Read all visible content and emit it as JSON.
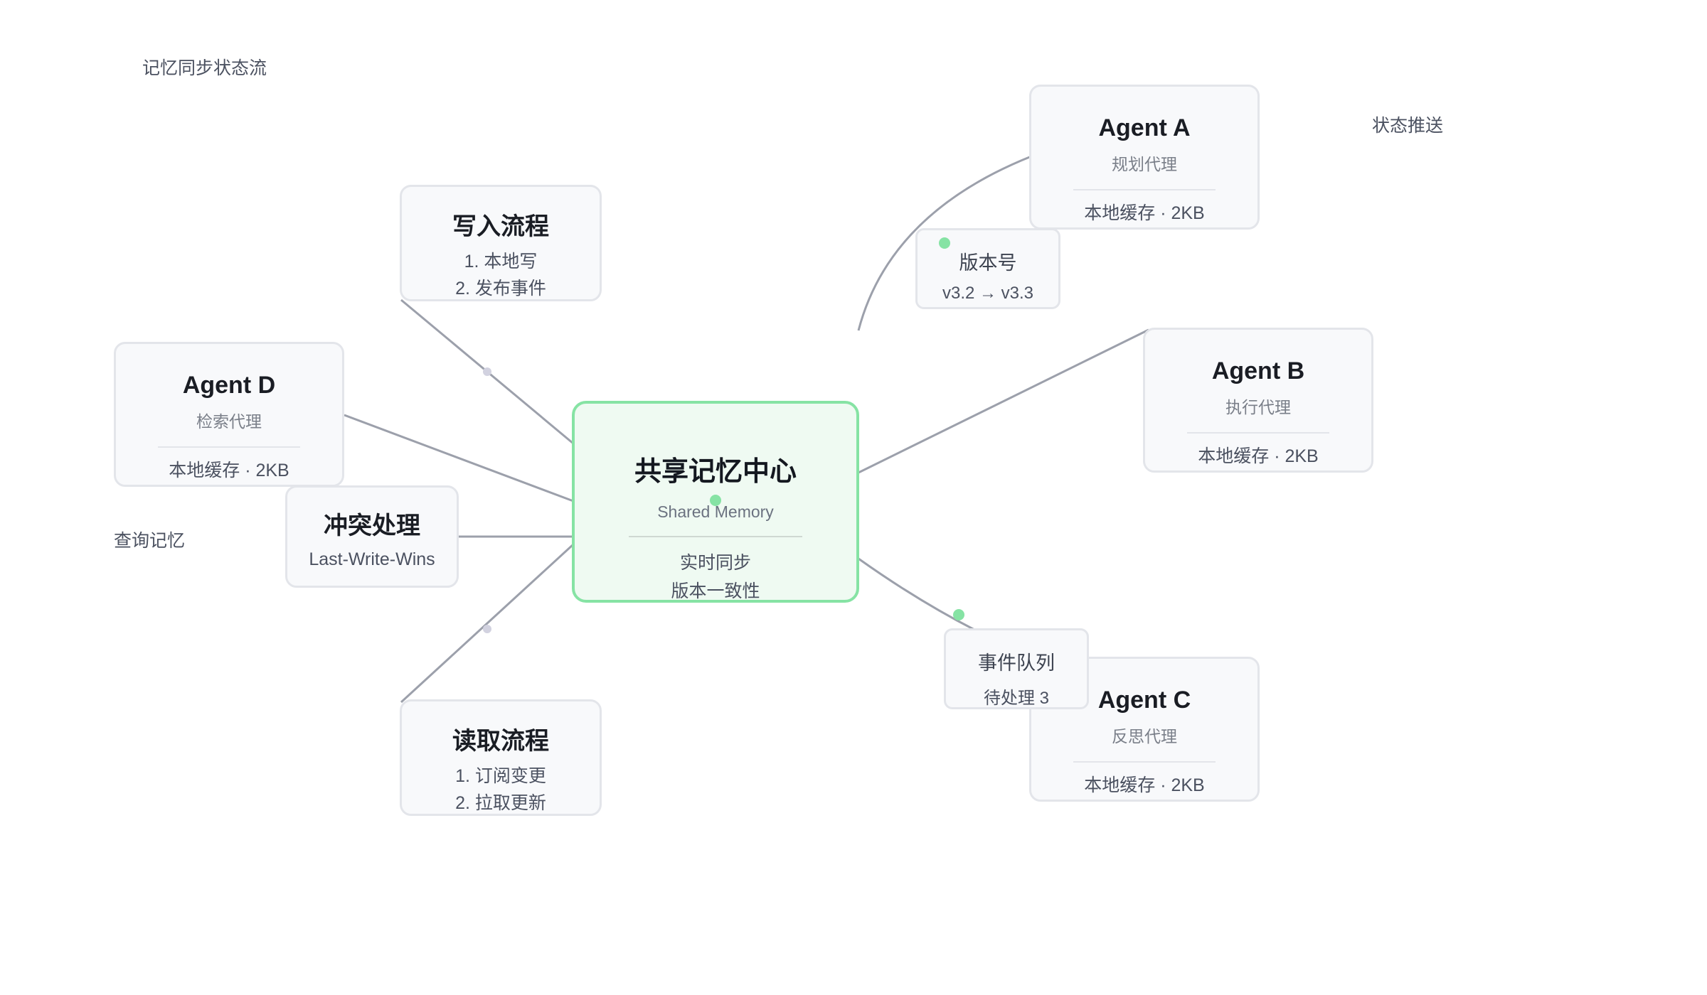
{
  "diagram_title": "记忆同步状态流",
  "edge_labels": {
    "push": "状态推送",
    "query": "查询记忆"
  },
  "hub": {
    "title": "共享记忆中心",
    "subtitle": "Shared Memory",
    "line1": "实时同步",
    "line2": "版本一致性"
  },
  "agents": {
    "a": {
      "name": "Agent A",
      "role": "规划代理",
      "cache": "本地缓存 · 2KB"
    },
    "b": {
      "name": "Agent B",
      "role": "执行代理",
      "cache": "本地缓存 · 2KB"
    },
    "c": {
      "name": "Agent C",
      "role": "反思代理",
      "cache": "本地缓存 · 2KB"
    },
    "d": {
      "name": "Agent D",
      "role": "检索代理",
      "cache": "本地缓存 · 2KB"
    }
  },
  "write_flow": {
    "title": "写入流程",
    "step1": "1. 本地写",
    "step2": "2. 发布事件"
  },
  "read_flow": {
    "title": "读取流程",
    "step1": "1. 订阅变更",
    "step2": "2. 拉取更新"
  },
  "conflict": {
    "title": "冲突处理",
    "rule": "Last-Write-Wins"
  },
  "version": {
    "label": "版本号",
    "value": "v3.2 → v3.3"
  },
  "event_queue": {
    "label": "事件队列",
    "value": "待处理 3"
  },
  "colors": {
    "hub_border": "#86e3a4",
    "hub_fill": "#effaf2",
    "edge": "#9ca0ab",
    "accent_dot": "#86e3a4",
    "flow_dot": "#d2d2e0"
  }
}
